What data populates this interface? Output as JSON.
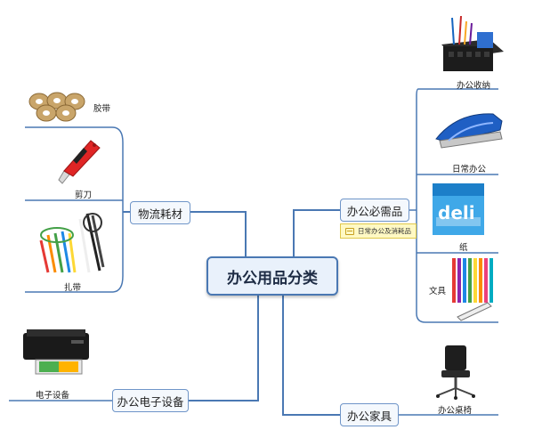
{
  "center": {
    "label": "办公用品分类"
  },
  "branches": {
    "logistics": {
      "label": "物流耗材",
      "items": [
        "胶带",
        "剪刀",
        "扎带"
      ]
    },
    "supplies": {
      "label": "办公必需品",
      "note": "日常办公及消耗品",
      "items": [
        "办公收纳",
        "日常办公",
        "纸",
        "文具"
      ]
    },
    "electronics": {
      "label": "办公电子设备",
      "items": [
        "电子设备"
      ]
    },
    "furniture": {
      "label": "办公家具",
      "items": [
        "办公桌椅"
      ]
    }
  },
  "paper_brand": "deli",
  "colors": {
    "line": "#4a78b3",
    "center_fill": "#e9f1fb",
    "note_fill": "#fff9c4"
  }
}
